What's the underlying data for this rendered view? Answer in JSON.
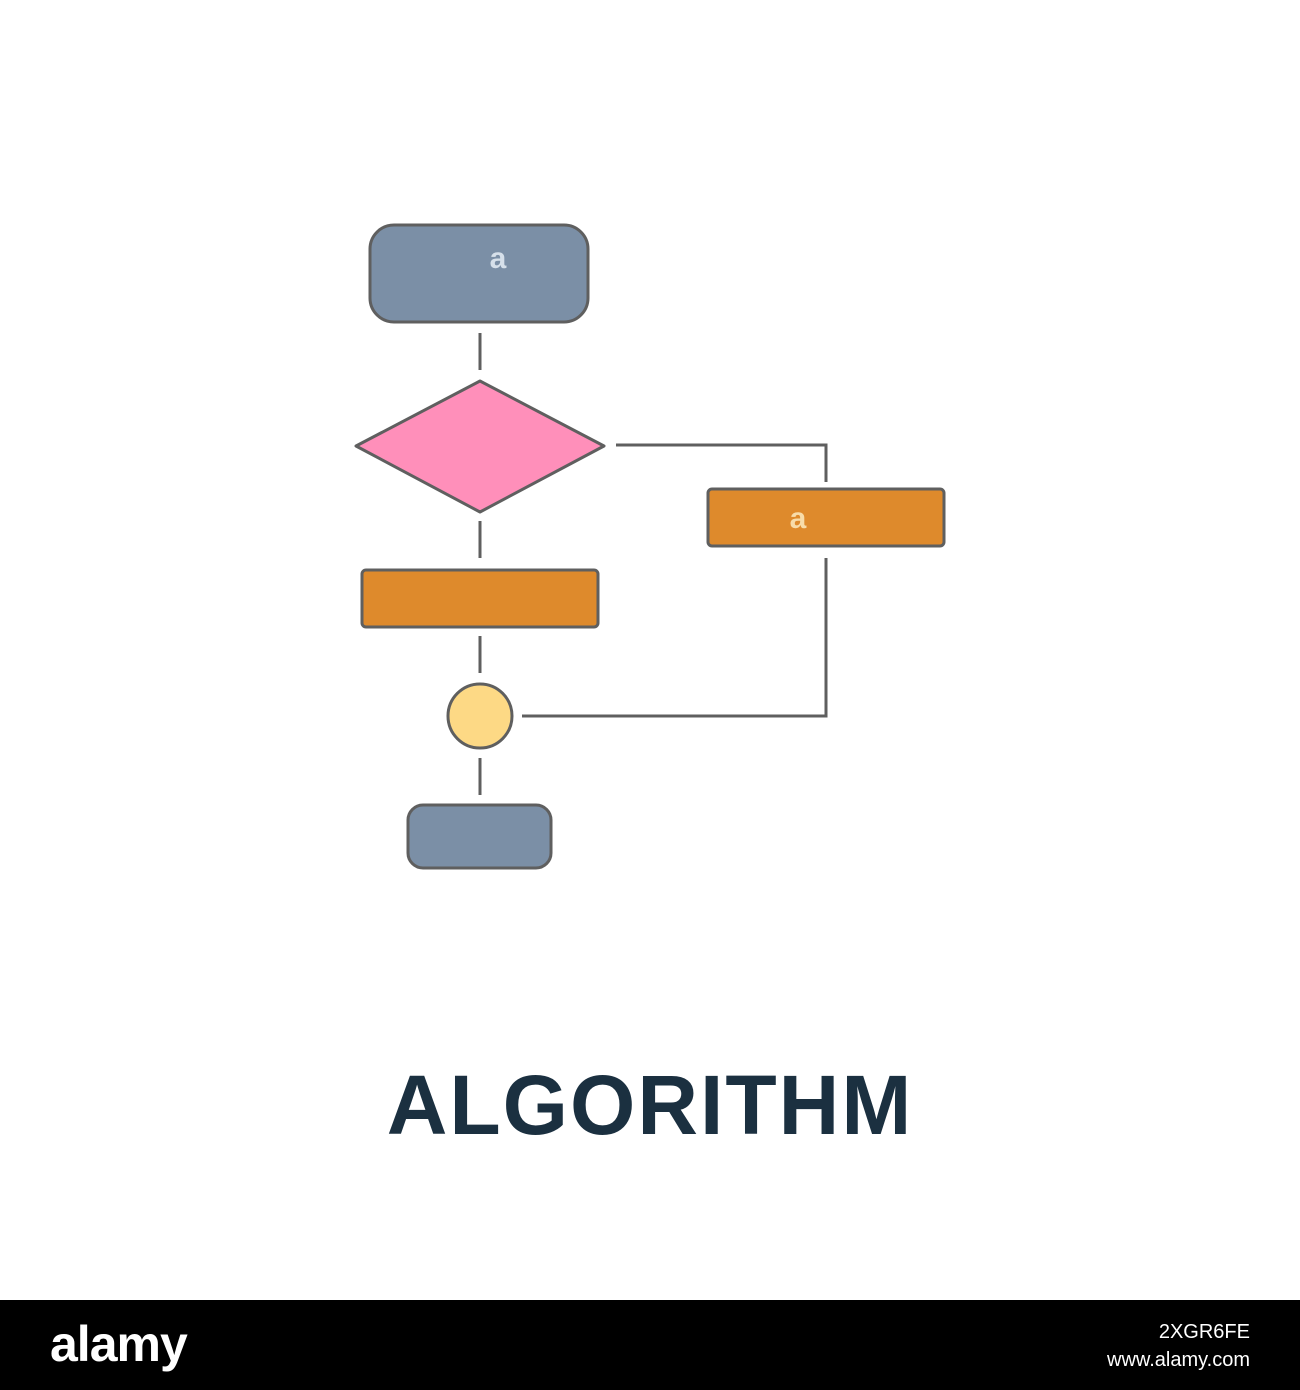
{
  "title": "ALGORITHM",
  "nodes": {
    "start_glyph": "a",
    "branch_glyph": "a"
  },
  "watermark": {
    "brand": "alamy",
    "image_id": "2XGR6FE",
    "site": "www.alamy.com"
  },
  "colors": {
    "terminal": "#7B8FA6",
    "decision": "#FF8FBA",
    "process": "#DE8A2C",
    "connector": "#FDD985",
    "outline": "#5F5F5F",
    "title": "#1B3040",
    "bar": "#000000",
    "glyph_on_terminal": "#D6E0EA",
    "glyph_on_process": "#F8DCA9"
  }
}
